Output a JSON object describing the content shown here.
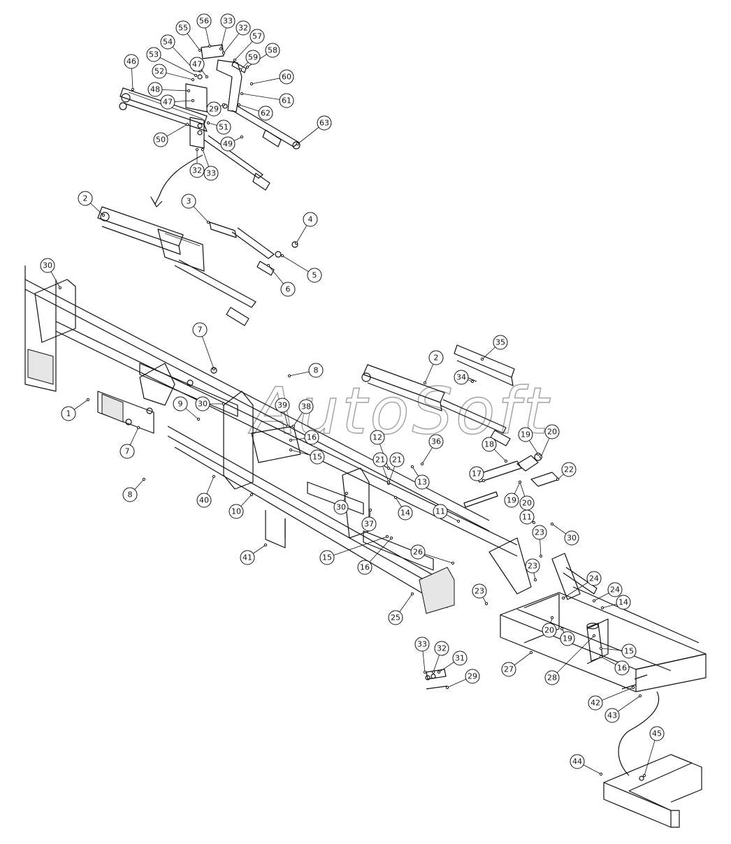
{
  "watermark": "AutoSoft",
  "callouts": [
    {
      "label": "56"
    },
    {
      "label": "33"
    },
    {
      "label": "55"
    },
    {
      "label": "32"
    },
    {
      "label": "57"
    },
    {
      "label": "54"
    },
    {
      "label": "58"
    },
    {
      "label": "53"
    },
    {
      "label": "59"
    },
    {
      "label": "46"
    },
    {
      "label": "47"
    },
    {
      "label": "52"
    },
    {
      "label": "60"
    },
    {
      "label": "48"
    },
    {
      "label": "61"
    },
    {
      "label": "47"
    },
    {
      "label": "29"
    },
    {
      "label": "62"
    },
    {
      "label": "51"
    },
    {
      "label": "63"
    },
    {
      "label": "50"
    },
    {
      "label": "49"
    },
    {
      "label": "32"
    },
    {
      "label": "33"
    },
    {
      "label": "2"
    },
    {
      "label": "3"
    },
    {
      "label": "4"
    },
    {
      "label": "5"
    },
    {
      "label": "6"
    },
    {
      "label": "30"
    },
    {
      "label": "35"
    },
    {
      "label": "7"
    },
    {
      "label": "2"
    },
    {
      "label": "8"
    },
    {
      "label": "34"
    },
    {
      "label": "1"
    },
    {
      "label": "30"
    },
    {
      "label": "39"
    },
    {
      "label": "38"
    },
    {
      "label": "9"
    },
    {
      "label": "16"
    },
    {
      "label": "19"
    },
    {
      "label": "20"
    },
    {
      "label": "7"
    },
    {
      "label": "15"
    },
    {
      "label": "12"
    },
    {
      "label": "21"
    },
    {
      "label": "36"
    },
    {
      "label": "18"
    },
    {
      "label": "17"
    },
    {
      "label": "8"
    },
    {
      "label": "21"
    },
    {
      "label": "13"
    },
    {
      "label": "22"
    },
    {
      "label": "40"
    },
    {
      "label": "14"
    },
    {
      "label": "19"
    },
    {
      "label": "20"
    },
    {
      "label": "10"
    },
    {
      "label": "30"
    },
    {
      "label": "11"
    },
    {
      "label": "11"
    },
    {
      "label": "37"
    },
    {
      "label": "30"
    },
    {
      "label": "23"
    },
    {
      "label": "41"
    },
    {
      "label": "15"
    },
    {
      "label": "26"
    },
    {
      "label": "16"
    },
    {
      "label": "23"
    },
    {
      "label": "24"
    },
    {
      "label": "24"
    },
    {
      "label": "23"
    },
    {
      "label": "14"
    },
    {
      "label": "25"
    },
    {
      "label": "20"
    },
    {
      "label": "19"
    },
    {
      "label": "33"
    },
    {
      "label": "32"
    },
    {
      "label": "31"
    },
    {
      "label": "15"
    },
    {
      "label": "27"
    },
    {
      "label": "16"
    },
    {
      "label": "29"
    },
    {
      "label": "28"
    },
    {
      "label": "42"
    },
    {
      "label": "43"
    },
    {
      "label": "45"
    },
    {
      "label": "44"
    }
  ]
}
